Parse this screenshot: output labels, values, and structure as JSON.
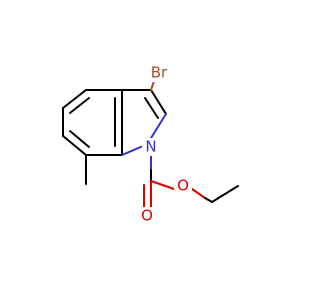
{
  "molecule": {
    "atoms": [
      {
        "id": "br",
        "symbol": "Br",
        "color": "#a0522d"
      },
      {
        "id": "n1",
        "symbol": "N",
        "color": "#3333cc"
      },
      {
        "id": "o_carbonyl",
        "symbol": "O",
        "color": "#e00000"
      },
      {
        "id": "o_ester",
        "symbol": "O",
        "color": "#e00000"
      }
    ]
  }
}
